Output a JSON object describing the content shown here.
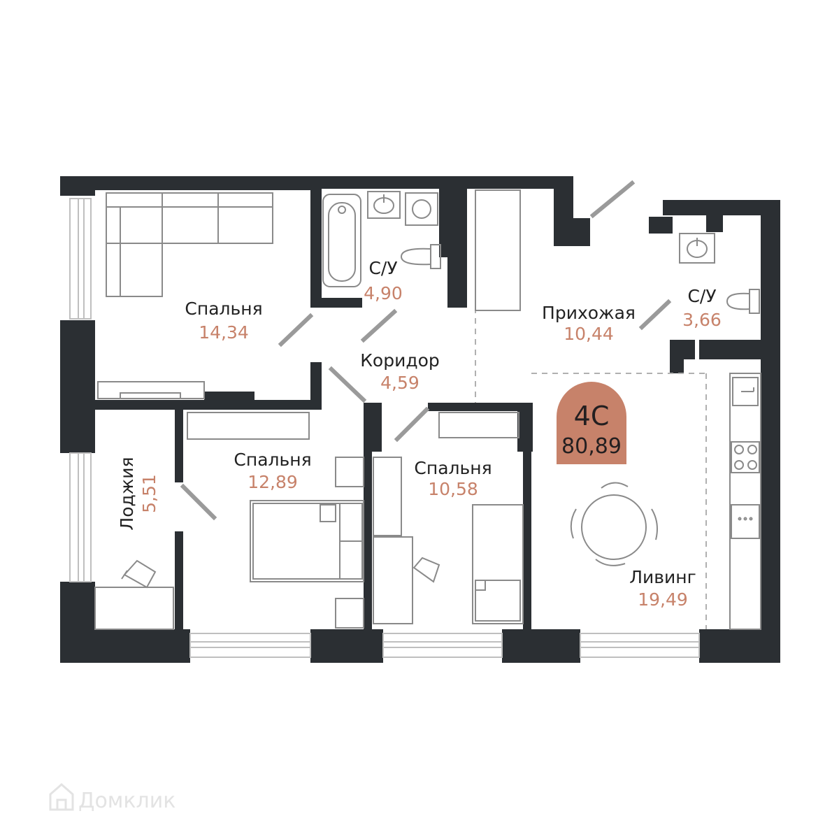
{
  "colors": {
    "wall": "#2b2f33",
    "area_text": "#c7826a",
    "badge": "#c7826a",
    "furniture": "#8a8a8a",
    "door": "#9a9a9a"
  },
  "apartment": {
    "type_label": "4С",
    "total_area": "80,89"
  },
  "rooms": {
    "bedroom_1": {
      "name": "Спальня",
      "area": "14,34"
    },
    "bathroom_1": {
      "name": "С/У",
      "area": "4,90"
    },
    "hallway": {
      "name": "Прихожая",
      "area": "10,44"
    },
    "bathroom_2": {
      "name": "С/У",
      "area": "3,66"
    },
    "corridor": {
      "name": "Коридор",
      "area": "4,59"
    },
    "loggia": {
      "name": "Лоджия",
      "area": "5,51"
    },
    "bedroom_2": {
      "name": "Спальня",
      "area": "12,89"
    },
    "bedroom_3": {
      "name": "Спальня",
      "area": "10,58"
    },
    "living": {
      "name": "Ливинг",
      "area": "19,49"
    }
  },
  "watermark": {
    "icon": "house-icon",
    "text": "Домклик"
  }
}
